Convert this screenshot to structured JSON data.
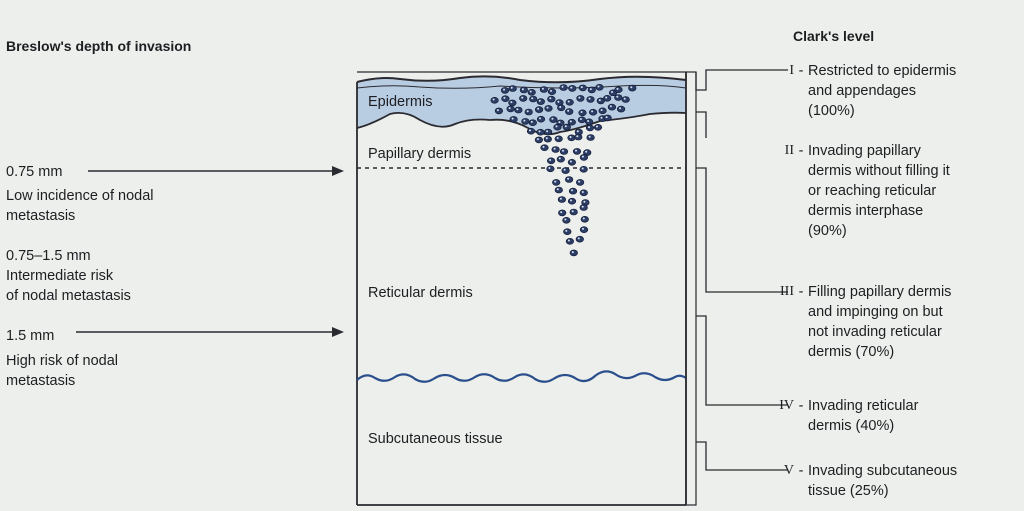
{
  "breslow": {
    "title": "Breslow's depth of invasion",
    "levels": [
      {
        "depth": "0.75 mm",
        "risk": "Low incidence of nodal\nmetastasis"
      },
      {
        "depth": "0.75–1.5 mm",
        "risk": "Intermediate risk\nof nodal metastasis"
      },
      {
        "depth": "1.5 mm",
        "risk": "High risk of nodal\nmetastasis"
      }
    ]
  },
  "layers": {
    "epidermis": "Epidermis",
    "papillary": "Papillary dermis",
    "reticular": "Reticular dermis",
    "subcutaneous": "Subcutaneous tissue"
  },
  "clark": {
    "title": "Clark's level",
    "levels": [
      {
        "numeral": "I",
        "desc": "Restricted to epidermis\nand appendages\n(100%)"
      },
      {
        "numeral": "II",
        "desc": "Invading papillary\ndermis without filling it\nor reaching reticular\ndermis interphase\n(90%)"
      },
      {
        "numeral": "III",
        "desc": "Filling papillary dermis\nand impinging on but\nnot invading reticular\ndermis (70%)"
      },
      {
        "numeral": "IV",
        "desc": "Invading reticular\ndermis (40%)"
      },
      {
        "numeral": "V",
        "desc": "Invading subcutaneous\ntissue (25%)"
      }
    ]
  },
  "colors": {
    "epidermis_fill": "#b9cde2",
    "cell_fill": "#2c3d66",
    "line": "#2a2a30",
    "wave": "#2b4f8c"
  }
}
